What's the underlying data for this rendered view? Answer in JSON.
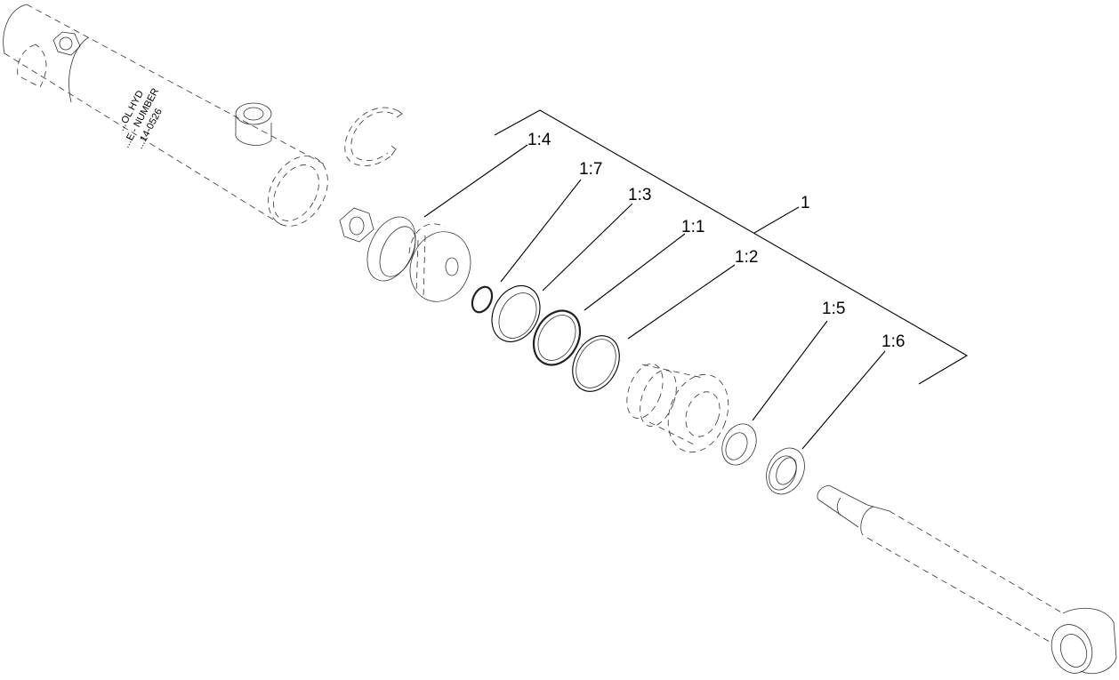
{
  "diagram": {
    "type": "exploded-parts-view",
    "subject": "hydraulic cylinder assembly",
    "barrel_stamp": [
      "...OL HYD",
      "...E - NUMBER",
      "...14-0526"
    ],
    "assembly_callout": "1",
    "callouts": [
      {
        "id": "1:4",
        "part": "gland / head bushing"
      },
      {
        "id": "1:7",
        "part": "small o-ring"
      },
      {
        "id": "1:3",
        "part": "seal ring"
      },
      {
        "id": "1:1",
        "part": "seal ring"
      },
      {
        "id": "1:2",
        "part": "o-ring"
      },
      {
        "id": "1:5",
        "part": "wiper / bushing"
      },
      {
        "id": "1:6",
        "part": "rod seal"
      }
    ],
    "unlabeled_parts": [
      "cylinder barrel",
      "snap ring",
      "hex nut",
      "piston",
      "rod gland",
      "piston rod with clevis eye"
    ]
  }
}
